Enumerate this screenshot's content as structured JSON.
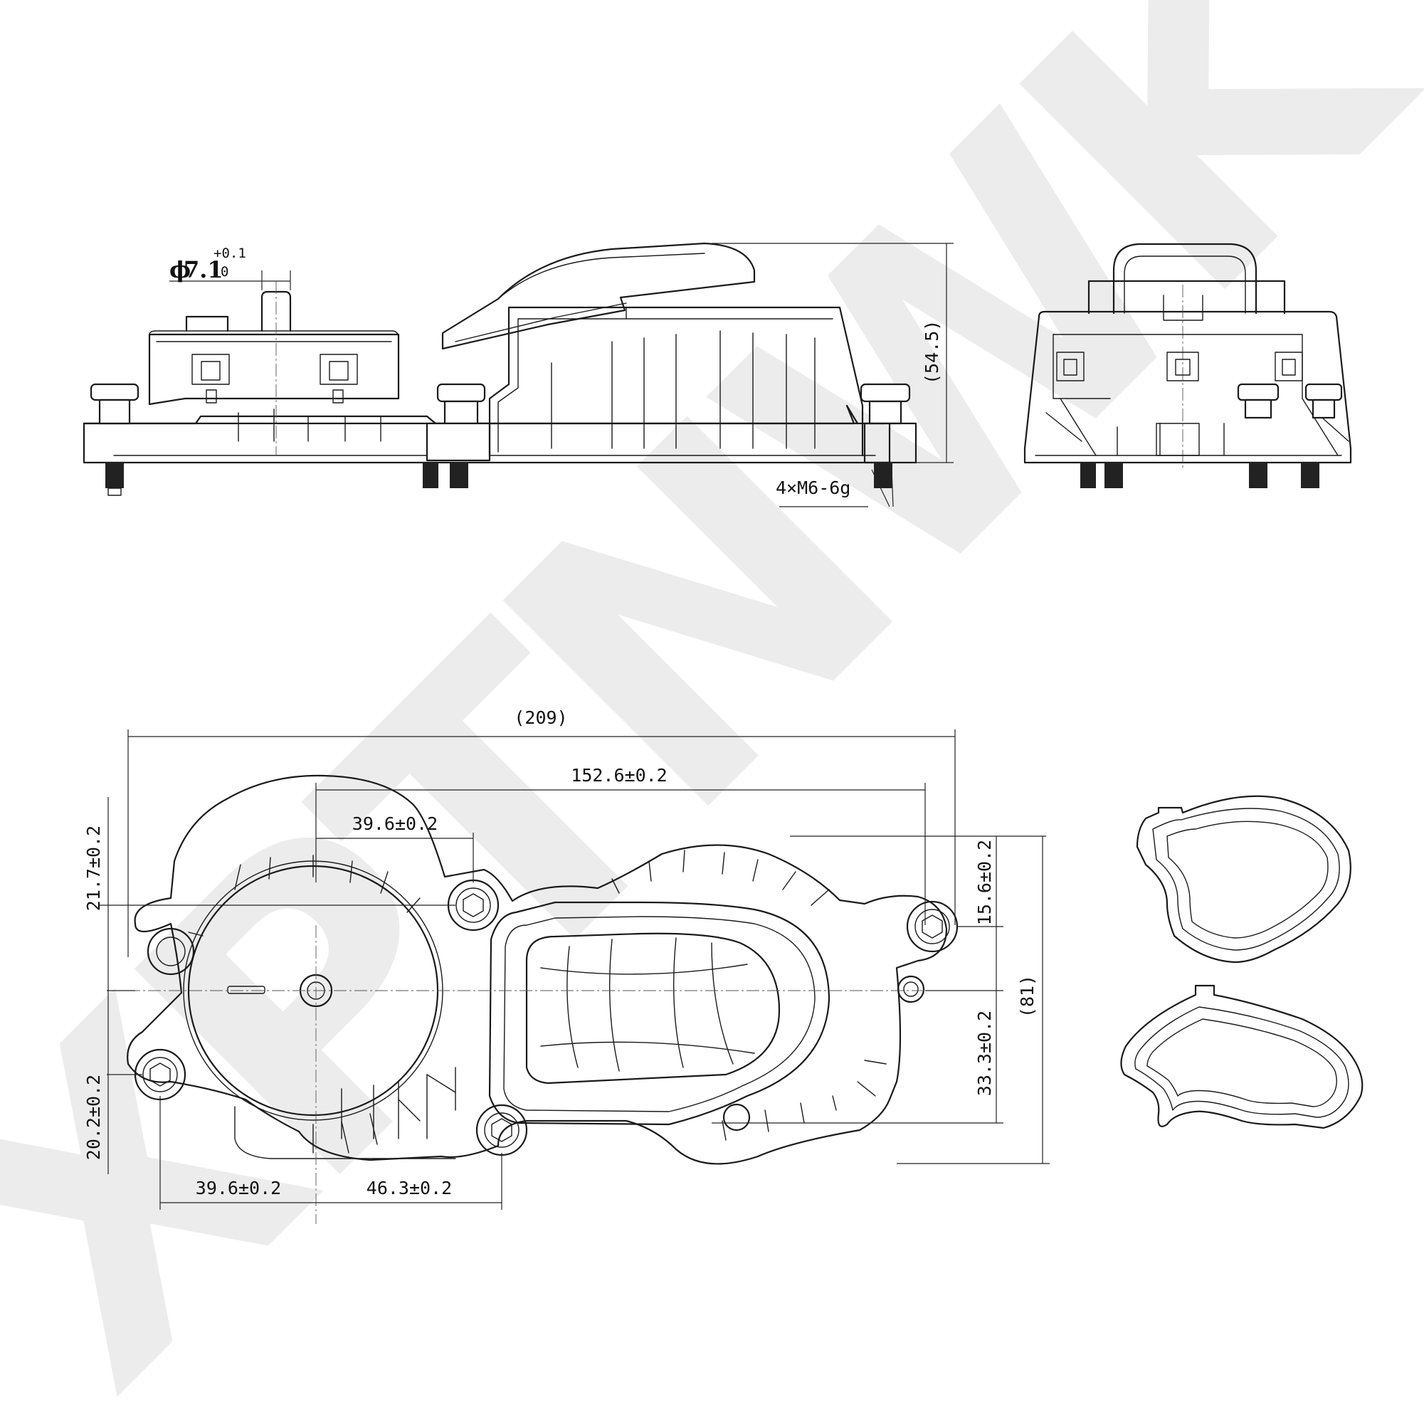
{
  "watermark": {
    "text": "XPTNWK",
    "color": "#ececec"
  },
  "side_view": {
    "diameter": {
      "symbol": "ϕ",
      "value": "7.1",
      "tol_upper": "+0.1",
      "tol_lower": "0"
    },
    "height": "(54.5)",
    "thread": "4×M6-6g"
  },
  "top_view": {
    "overall_length": "(209)",
    "hole_spacing": "152.6±0.2",
    "upper_offset": "39.6±0.2",
    "left_upper": "21.7±0.2",
    "left_lower": "20.2±0.2",
    "bottom_left": "39.6±0.2",
    "bottom_mid": "46.3±0.2",
    "right_upper": "15.6±0.2",
    "right_lower": "33.3±0.2",
    "overall_width": "(81)"
  },
  "colors": {
    "line": "#1a1a1a",
    "background": "#ffffff"
  }
}
